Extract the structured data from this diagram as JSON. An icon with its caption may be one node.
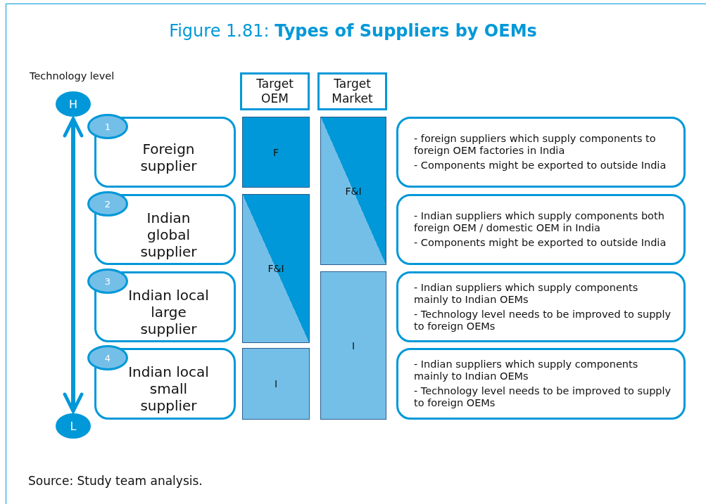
{
  "diagram": {
    "title": "Figure 1.81: **Types of Suppliers by OEMs**",
    "caption": "Source: Study team analysis.",
    "nodes": [
      {
        "text": [
          "H"
        ]
      },
      {
        "text": [
          "Target OEM"
        ]
      },
      {
        "text": [
          "Target Market"
        ]
      },
      {
        "text": [
          "1"
        ]
      },
      {
        "text": [
          "Foreign supplier"
        ]
      },
      {
        "text": [
          "F"
        ]
      },
      {
        "text": [
          "F&I"
        ]
      },
      {
        "text": [
          "- foreign suppliers which supply components to foreign OEM factories in India",
          "- Components might be exported to outside India"
        ]
      },
      {
        "text": [
          "2"
        ]
      },
      {
        "text": [
          "Indian global supplier"
        ]
      },
      {
        "text": [
          "F&I"
        ]
      },
      {
        "text": [
          "- Indian suppliers which supply components both foreign OEM / domestic OEM in India",
          "- Components might be exported to outside India"
        ]
      },
      {
        "text": [
          "3"
        ]
      },
      {
        "text": [
          "Indian local large supplier"
        ]
      },
      {
        "text": [
          "I"
        ]
      },
      {
        "text": [
          "- Indian suppliers which supply components mainly to Indian OEMs",
          "- Technology level needs to be improved to supply to foreign OEMs"
        ]
      },
      {
        "text": [
          "4"
        ]
      },
      {
        "text": [
          "Indian local small supplier"
        ]
      },
      {
        "text": [
          "I"
        ]
      },
      {
        "text": [
          "- Indian suppliers which supply components mainly to Indian OEMs",
          "- Technology level needs to be improved to supply to foreign OEMs"
        ]
      },
      {
        "text": [
          "L"
        ]
      }
    ],
    "edges": [
      {
        "from": 0,
        "to": 20,
        "arrow": "both"
      }
    ],
    "labels": [
      "Technology level"
    ]
  }
}
